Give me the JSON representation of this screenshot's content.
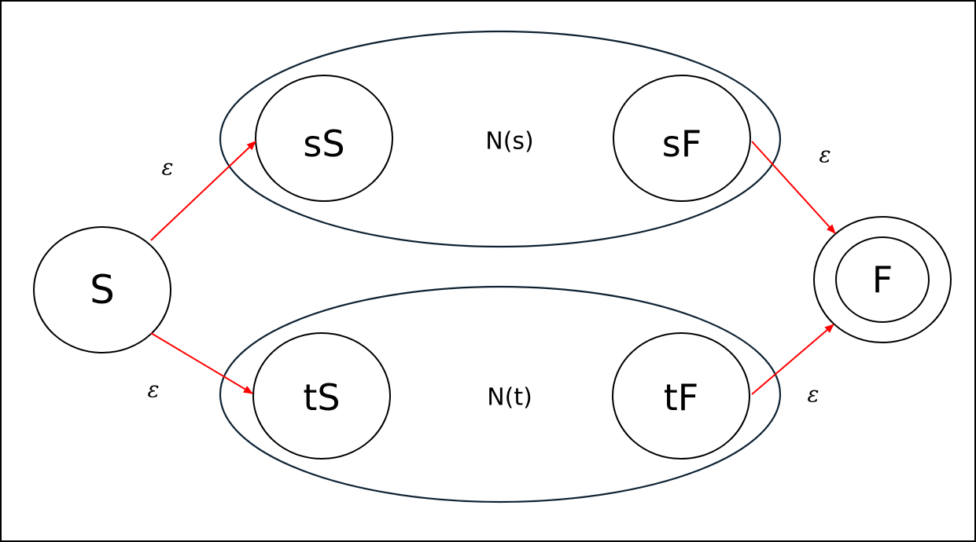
{
  "diagram": {
    "groups": [
      {
        "id": "ns",
        "label": "N(s)"
      },
      {
        "id": "nt",
        "label": "N(t)"
      }
    ],
    "states": [
      {
        "id": "S",
        "label": "S",
        "accepting": false
      },
      {
        "id": "sS",
        "label": "sS",
        "accepting": false
      },
      {
        "id": "sF",
        "label": "sF",
        "accepting": false
      },
      {
        "id": "tS",
        "label": "tS",
        "accepting": false
      },
      {
        "id": "tF",
        "label": "tF",
        "accepting": false
      },
      {
        "id": "F",
        "label": "F",
        "accepting": true
      }
    ],
    "transitions": [
      {
        "from": "S",
        "to": "sS",
        "label": "ε"
      },
      {
        "from": "S",
        "to": "tS",
        "label": "ε"
      },
      {
        "from": "sF",
        "to": "F",
        "label": "ε"
      },
      {
        "from": "tF",
        "to": "F",
        "label": "ε"
      }
    ],
    "colors": {
      "edge": "#ff0000",
      "group_outline": "#0e2233",
      "state_outline": "#000000",
      "frame": "#000000"
    }
  }
}
